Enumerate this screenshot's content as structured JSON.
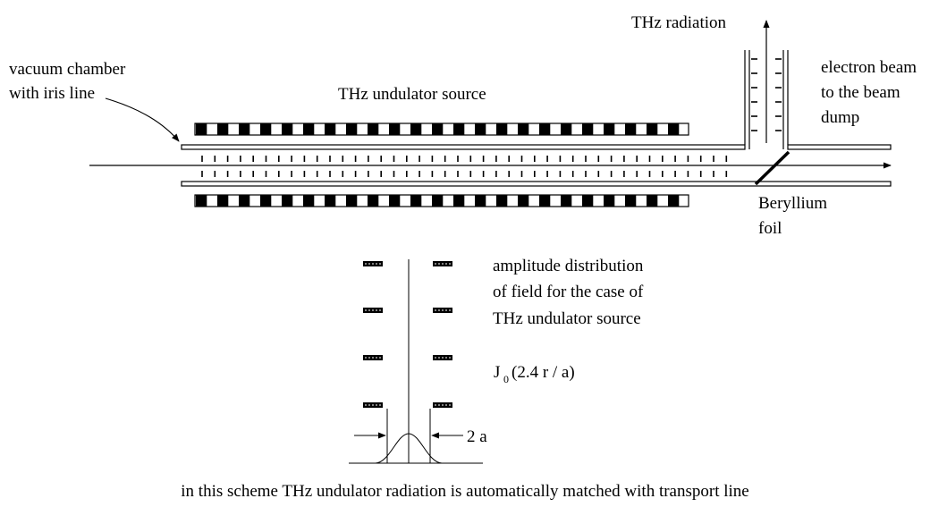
{
  "labels": {
    "thz_radiation": "THz radiation",
    "vacuum_chamber_line1": "vacuum chamber",
    "vacuum_chamber_line2": "with iris line",
    "undulator_source": "THz undulator source",
    "electron_beam_line1": "electron beam",
    "electron_beam_line2": "to the beam",
    "electron_beam_line3": "dump",
    "beryllium_line1": "Beryllium",
    "beryllium_line2": "foil",
    "amplitude_line1": "amplitude distribution",
    "amplitude_line2": "of field for the case of",
    "amplitude_line3": "THz undulator source",
    "bessel_J": "J",
    "bessel_sub": "0",
    "bessel_arg": "(2.4 r / a)",
    "aperture": "2 a",
    "caption": "in this scheme THz undulator radiation is automatically matched with transport line"
  },
  "colors": {
    "ink": "#000000",
    "background": "#ffffff"
  }
}
